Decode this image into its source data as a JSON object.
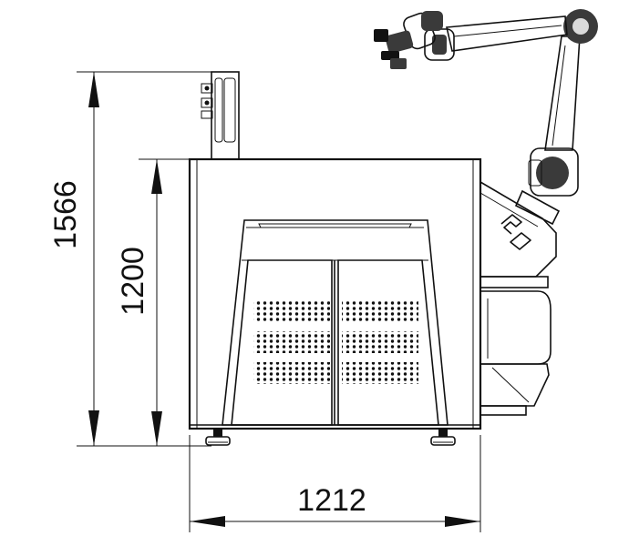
{
  "dimensions": {
    "total_height": "1566",
    "body_height": "1200",
    "width": "1212"
  },
  "colors": {
    "line": "#111111",
    "background": "#ffffff",
    "robot_dark": "#3a3a3a",
    "robot_light": "#d9d9d9"
  },
  "icons": {
    "logo": "brand-logo-icon"
  }
}
